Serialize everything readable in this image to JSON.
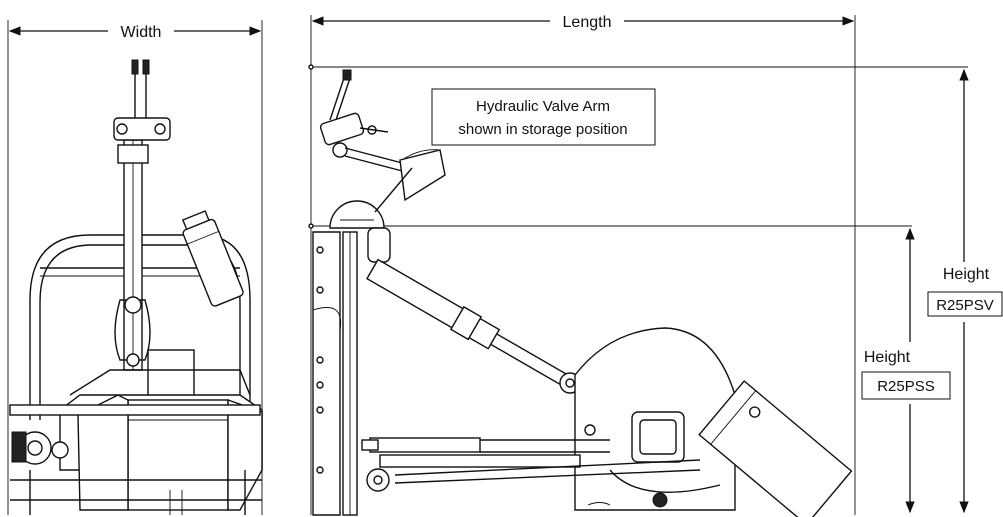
{
  "labels": {
    "width": "Width",
    "length": "Length",
    "note_line1": "Hydraulic Valve Arm",
    "note_line2": "shown in storage position",
    "height_psv": "Height",
    "model_psv": "R25PSV",
    "height_pss": "Height",
    "model_pss": "R25PSS"
  },
  "colors": {
    "ink": "#111111",
    "background": "#ffffff"
  }
}
